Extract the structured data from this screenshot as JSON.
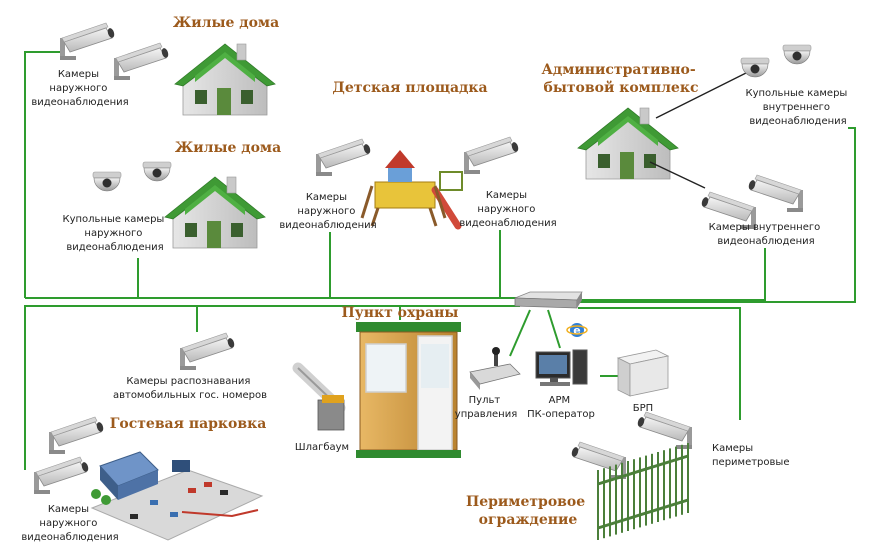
{
  "colors": {
    "wire": "#2e9c2e",
    "title": "#9c5a1c",
    "roof": "#3f9a35",
    "wall": "#d9d9d9",
    "booth": "#d6a24c",
    "fence": "#4b7f3a"
  },
  "zones": {
    "residential_top": "Жилые дома",
    "residential_mid": "Жилые дома",
    "playground": "Детская площадка",
    "admin_line1": "Административно-",
    "admin_line2": "бытовой комплекс",
    "guard": "Пункт охраны",
    "guest_parking": "Гостевая парковка",
    "perimeter_line1": "Периметровое",
    "perimeter_line2": "ограждение"
  },
  "labels": {
    "outdoor_cams_top": [
      "Камеры",
      "наружного",
      "видеонаблюдения"
    ],
    "dome_outdoor": [
      "Купольные камеры",
      "наружного",
      "видеонаблюдения"
    ],
    "play_left": [
      "Камеры",
      "наружного",
      "видеонаблюдения"
    ],
    "play_right": [
      "Камеры",
      "наружного",
      "видеонаблюдения"
    ],
    "dome_indoor": [
      "Купольные камеры",
      "внутреннего",
      "видеонаблюдения"
    ],
    "indoor_cams": [
      "Камеры внутреннего",
      "видеонаблюдения"
    ],
    "plate_cams": [
      "Камеры распознавания",
      "автомобильных гос. номеров"
    ],
    "parking_cams": [
      "Камеры",
      "наружного",
      "видеонаблюдения"
    ],
    "barrier": [
      "Шлагбаум"
    ],
    "console": [
      "Пульт",
      "управления"
    ],
    "workstation": [
      "АРМ",
      "ПК-оператор"
    ],
    "psu": [
      "БРП"
    ],
    "perimeter_cams": [
      "Камеры",
      "периметровые"
    ]
  }
}
